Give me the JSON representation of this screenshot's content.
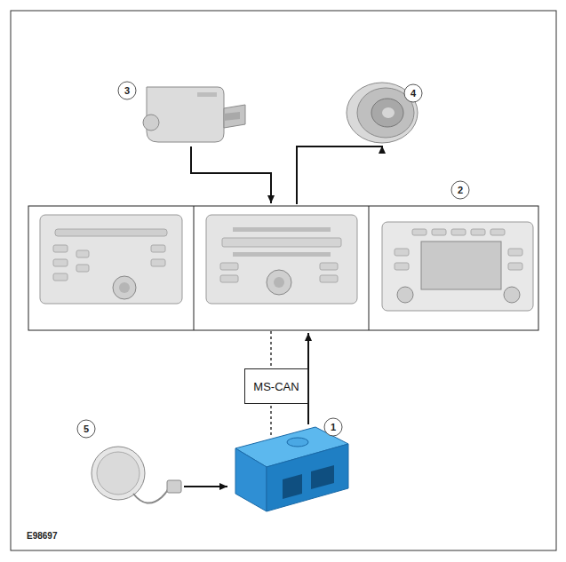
{
  "diagram": {
    "nodes": [
      {
        "text": [
          "MS-CAN"
        ]
      }
    ],
    "labels": [
      "3",
      "4",
      "2",
      "1",
      "5",
      "E98697"
    ]
  }
}
